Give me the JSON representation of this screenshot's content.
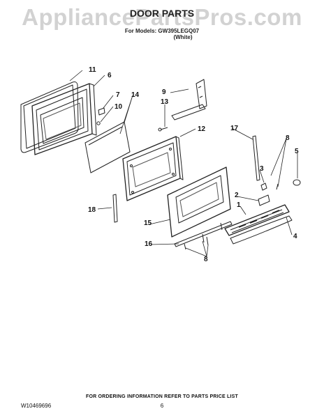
{
  "watermark": "AppliancePartsPros.com",
  "header": {
    "title": "DOOR PARTS",
    "models_line": "For Models: GW395LEGQ07",
    "color_line": "(White)"
  },
  "callouts": {
    "c1": "1",
    "c2": "2",
    "c3": "3",
    "c4": "4",
    "c5": "5",
    "c6": "6",
    "c7": "7",
    "c8a": "8",
    "c8b": "8",
    "c9": "9",
    "c10": "10",
    "c11": "11",
    "c12": "12",
    "c13": "13",
    "c14": "14",
    "c15": "15",
    "c16": "16",
    "c17": "17",
    "c18": "18"
  },
  "footer": {
    "note": "FOR ORDERING INFORMATION REFER TO PARTS PRICE LIST",
    "doc_number": "W10469696",
    "page_number": "6"
  },
  "colors": {
    "line": "#222222",
    "watermark": "#d2d2d2"
  }
}
